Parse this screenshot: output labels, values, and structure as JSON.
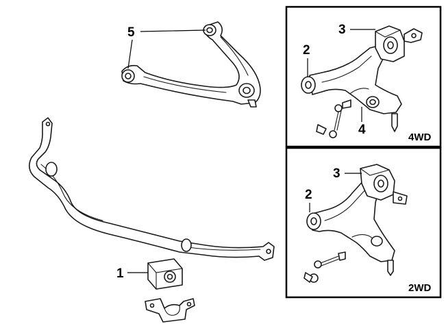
{
  "diagram": {
    "callouts": {
      "sway_bar_bushing": "1",
      "lower_arm_4wd": "2",
      "lower_arm_2wd": "2",
      "lower_arm_rear_bushing_4wd": "3",
      "lower_arm_rear_bushing_2wd": "3",
      "lower_arm_front_bushing_4wd": "4",
      "upper_arm_bushing": "5"
    },
    "panels": {
      "top_label": "4WD",
      "bottom_label": "2WD"
    },
    "colors": {
      "line": "#1a1a1a",
      "background": "#ffffff",
      "frame": "#000000"
    }
  }
}
